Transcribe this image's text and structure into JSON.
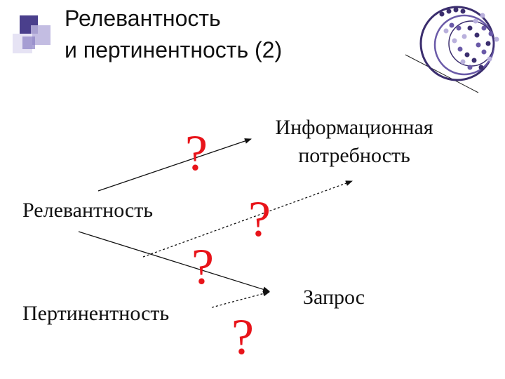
{
  "slide": {
    "title_line1": "Релевантность",
    "title_line2": "и пертинентность (2)"
  },
  "diagram": {
    "need_line1": "Информационная",
    "need_line2": "потребность",
    "relevance": "Релевантность",
    "pertinence": "Пертинентность",
    "query": "Запрос",
    "question_mark": "?"
  },
  "colors": {
    "text": "#111111",
    "question_mark": "#e8141a",
    "deco_dark": "#3b2e6e",
    "deco_mid": "#6a5aa8",
    "deco_light": "#b9b0dc"
  }
}
